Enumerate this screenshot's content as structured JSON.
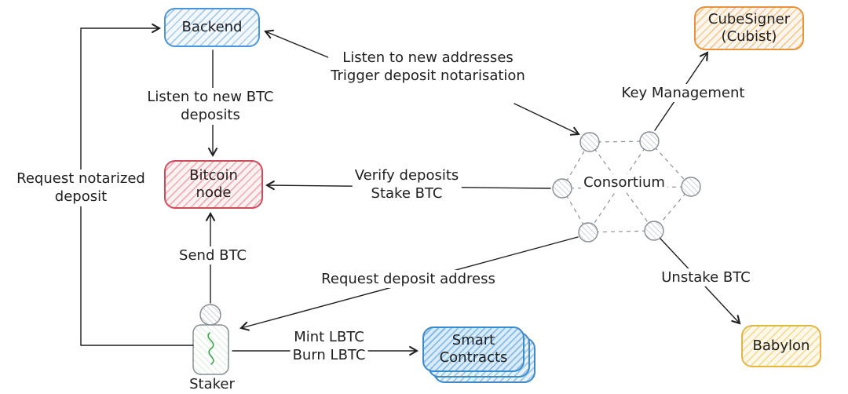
{
  "nodes": {
    "backend": {
      "label": "Backend"
    },
    "cubesigner": {
      "label": "CubeSigner\n(Cubist)"
    },
    "bitcoin_node": {
      "label": "Bitcoin\nnode"
    },
    "smart_contracts": {
      "label": "Smart\nContracts"
    },
    "babylon": {
      "label": "Babylon"
    },
    "consortium": {
      "label": "Consortium"
    },
    "staker": {
      "label": "Staker"
    }
  },
  "edges": {
    "listen_addresses": {
      "label": "Listen to new addresses\nTrigger deposit notarisation"
    },
    "listen_btc": {
      "label": "Listen to new BTC\ndeposits"
    },
    "request_notarized": {
      "label": "Request notarized\ndeposit"
    },
    "verify_deposits": {
      "label": "Verify deposits\nStake BTC"
    },
    "key_management": {
      "label": "Key Management"
    },
    "send_btc": {
      "label": "Send BTC"
    },
    "request_deposit_address": {
      "label": "Request deposit address"
    },
    "mint_burn": {
      "label": "Mint LBTC\nBurn LBTC"
    },
    "unstake_btc": {
      "label": "Unstake BTC"
    }
  },
  "colors": {
    "backend_border": "#4d96d5",
    "bitcoin_border": "#d04a5c",
    "cubesigner_border": "#e8923a",
    "smart_contracts_border": "#3f8ac9",
    "babylon_border": "#e4b648",
    "consortium_stroke": "#888888",
    "staker_green": "#3fa34d",
    "arrow": "#1e1e1e"
  }
}
